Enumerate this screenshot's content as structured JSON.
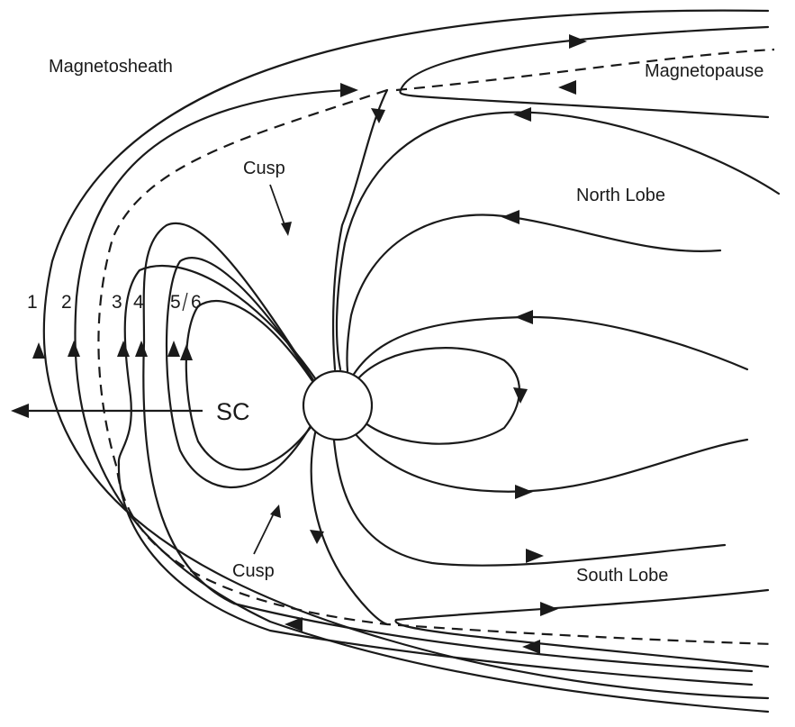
{
  "labels": {
    "magnetosheath": "Magnetosheath",
    "magnetopause": "Magnetopause",
    "north_lobe": "North Lobe",
    "south_lobe": "South Lobe",
    "cusp_top": "Cusp",
    "cusp_bottom": "Cusp",
    "spacecraft": "SC"
  },
  "line_numbers": [
    "1",
    "2",
    "3",
    "4",
    "5",
    "6"
  ]
}
